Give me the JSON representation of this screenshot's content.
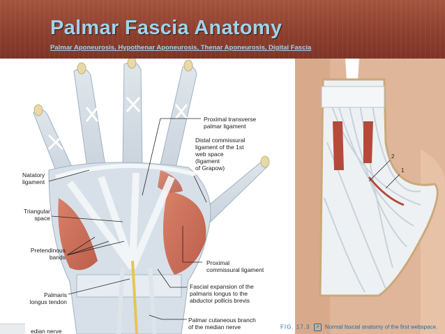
{
  "slide": {
    "title": "Palmar Fascia Anatomy",
    "subtitle": "Palmar Aponeurosis, Hypothenar  Aponeurosis, Thenar Aponeurosis, Digital Fascia"
  },
  "hand_labels": {
    "proximal_transverse_1": "Proximal transverse",
    "proximal_transverse_2": "palmar ligament",
    "distal_commissural_1": "Distal commissural",
    "distal_commissural_2": "ligament of the 1st",
    "distal_commissural_3": "web space",
    "distal_commissural_4": "(ligament",
    "distal_commissural_5": "of Grapow)",
    "natatory_1": "Natatory",
    "natatory_2": "ligament",
    "triangular_1": "Triangular",
    "triangular_2": "space",
    "pretendinous_1": "Pretendinous",
    "pretendinous_2": "bands",
    "proximal_commissural_1": "Proximal",
    "proximal_commissural_2": "commissural ligament",
    "fascial_expansion_1": "Fascial expansion of the",
    "fascial_expansion_2": "palmaris longus to the",
    "fascial_expansion_3": "abductor pollicis brevis",
    "palmaris_1": "Palmaris",
    "palmaris_2": "longus tendon",
    "median_nerve": "edian nerve",
    "cutaneous_1": "Palmar cutaneous branch",
    "cutaneous_2": "of the median nerve"
  },
  "webspace": {
    "label_2": "2",
    "label_1": "1",
    "fig_label": "FIG. 17.3",
    "caption": "Normal fascial anatomy of the first webspace."
  },
  "colors": {
    "header": "#8e3f2e",
    "title": "#9dd4ec",
    "caption": "#1a6fa8"
  }
}
